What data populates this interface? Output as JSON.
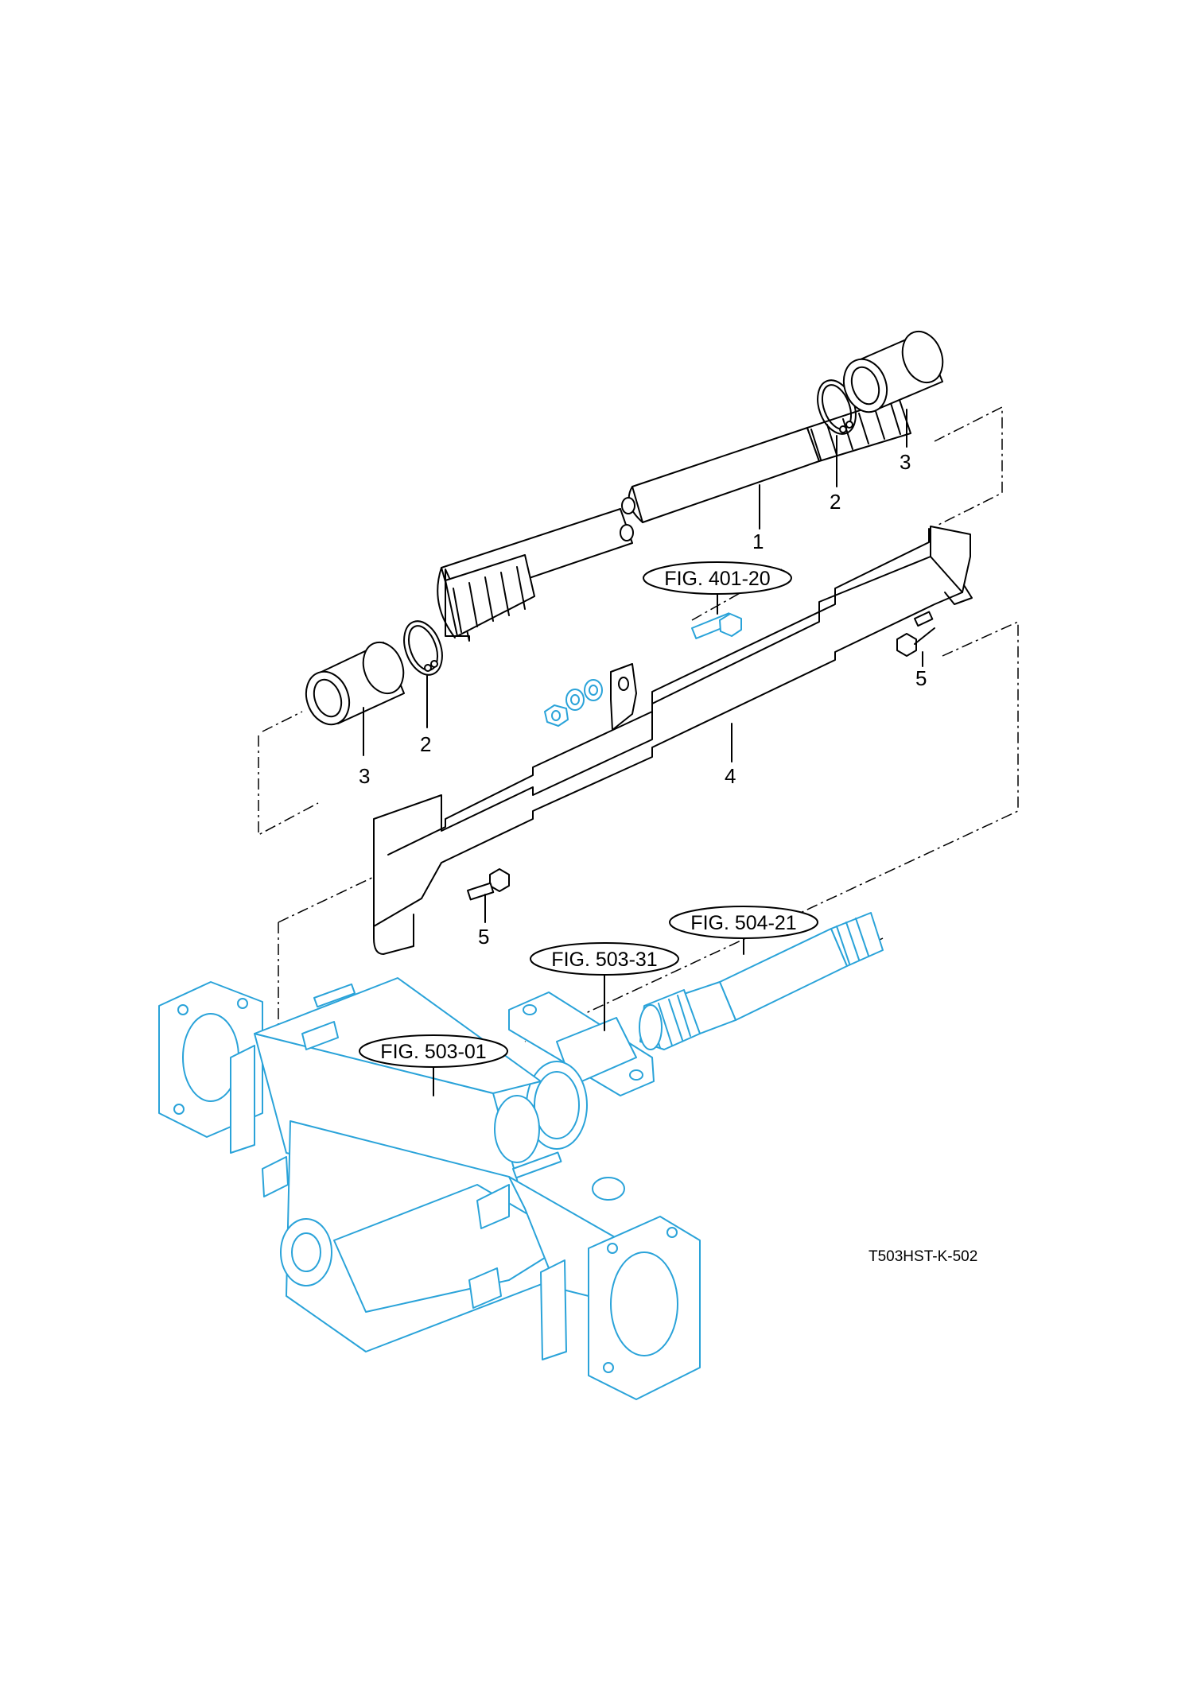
{
  "drawing_code": "T503HST-K-502",
  "callouts": {
    "c1": "1",
    "c2a": "2",
    "c2b": "2",
    "c3a": "3",
    "c3b": "3",
    "c4": "4",
    "c5a": "5",
    "c5b": "5"
  },
  "figure_refs": {
    "fig_401_20": "FIG. 401-20",
    "fig_504_21": "FIG. 504-21",
    "fig_503_31": "FIG. 503-31",
    "fig_503_01": "FIG. 503-01"
  },
  "colors": {
    "part_line": "#000000",
    "reference_line": "#2aa3d9"
  }
}
